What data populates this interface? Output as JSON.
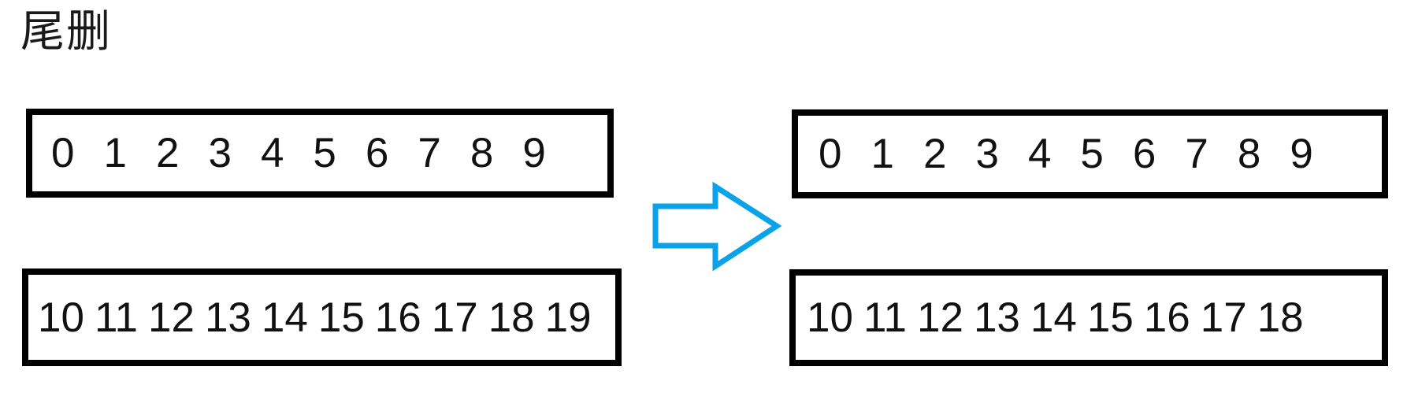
{
  "title": "尾删",
  "colors": {
    "arrow_blue": "#0aa2e8",
    "box_border": "#000000",
    "background": "#ffffff",
    "text": "#000000"
  },
  "icons": {
    "arrow": "right-block-arrow-icon"
  },
  "before": {
    "row1": {
      "values": [
        "0",
        "1",
        "2",
        "3",
        "4",
        "5",
        "6",
        "7",
        "8",
        "9"
      ]
    },
    "row2": {
      "values": [
        "10",
        "11",
        "12",
        "13",
        "14",
        "15",
        "16",
        "17",
        "18",
        "19"
      ]
    }
  },
  "after": {
    "row1": {
      "values": [
        "0",
        "1",
        "2",
        "3",
        "4",
        "5",
        "6",
        "7",
        "8",
        "9"
      ]
    },
    "row2": {
      "values": [
        "10",
        "11",
        "12",
        "13",
        "14",
        "15",
        "16",
        "17",
        "18"
      ]
    }
  }
}
